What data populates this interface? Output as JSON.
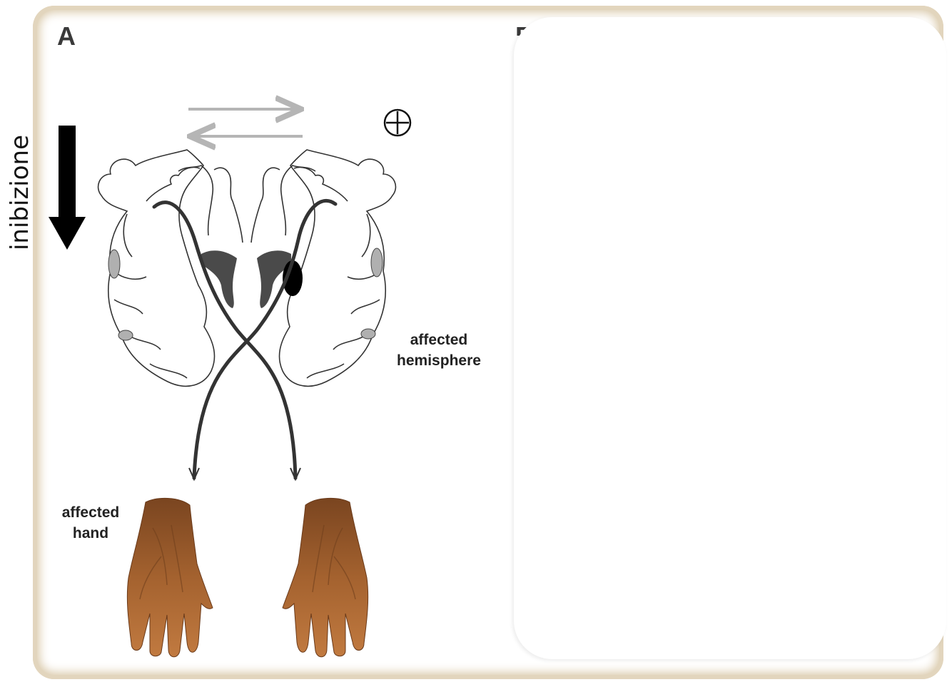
{
  "side_label": "inibizione",
  "panel_letter": "A",
  "panel_letter_b": "B",
  "labels": {
    "affected_hemisphere_1": "affected",
    "affected_hemisphere_2": "hemisphere",
    "affected_hand_1": "affected",
    "affected_hand_2": "hand"
  },
  "colors": {
    "frame": "#e2d5bd",
    "gray_arrow": "#b5b5b5",
    "ventricle": "#4a4a4a",
    "lesion": "#000000",
    "skin": "#9a5a2c"
  }
}
